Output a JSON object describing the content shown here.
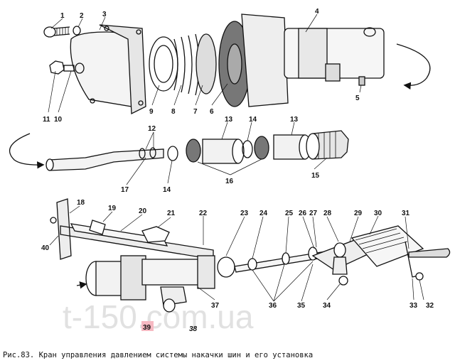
{
  "caption": "Рис.83. Кран управления давлением системы накачки шин и его установка",
  "watermark": "t-150.com.ua",
  "part_numbers": [
    "1",
    "2",
    "3",
    "4",
    "5",
    "6",
    "7",
    "8",
    "9",
    "10",
    "11",
    "12",
    "13",
    "13",
    "14",
    "14",
    "15",
    "16",
    "17",
    "18",
    "19",
    "20",
    "21",
    "22",
    "23",
    "24",
    "25",
    "26",
    "27",
    "28",
    "29",
    "30",
    "31",
    "32",
    "33",
    "34",
    "35",
    "36",
    "37",
    "38",
    "39",
    "40"
  ],
  "highlighted_part": "39"
}
